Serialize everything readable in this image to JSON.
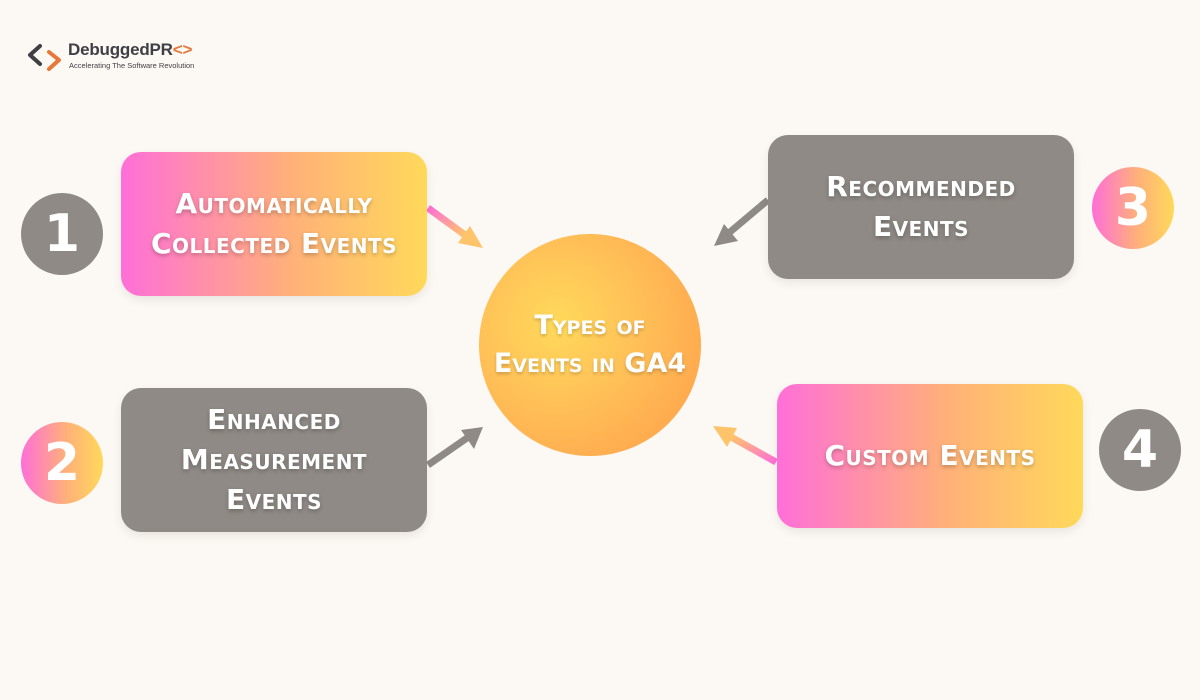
{
  "logo": {
    "name_main": "DebuggedPR",
    "name_accent": "<>",
    "tagline": "Accelerating The Software Revolution",
    "icon": "code-brackets-icon"
  },
  "center": {
    "line1": "Types of",
    "line2": "Events in GA4"
  },
  "items": [
    {
      "number": "1",
      "line1": "Automatically",
      "line2": "Collected Events",
      "line3": ""
    },
    {
      "number": "2",
      "line1": "Enhanced",
      "line2": "Measurement",
      "line3": "Events"
    },
    {
      "number": "3",
      "line1": "Recommended",
      "line2": "Events",
      "line3": ""
    },
    {
      "number": "4",
      "line1": "Custom Events",
      "line2": "",
      "line3": ""
    }
  ],
  "colors": {
    "background": "#fcf8f3",
    "gray": "#8f8a85",
    "gradient_start": "#ff6fd8",
    "gradient_end": "#ffd95a",
    "center_orange": "#ff9c48"
  }
}
